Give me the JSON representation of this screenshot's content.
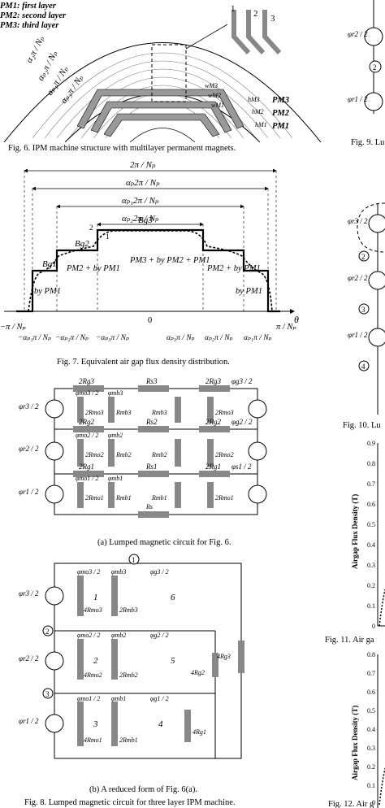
{
  "fig6": {
    "legend": [
      "PM1: first layer",
      "PM2: second layer",
      "PM3: third layer"
    ],
    "angle_labels": [
      "α₂π / Nₚ",
      "αₚ₂π / Nₚ",
      "αₚ₁π / Nₚ",
      "αₚ₃π / Nₚ"
    ],
    "layer_numbers": [
      "1",
      "2",
      "3"
    ],
    "thickness_labels": [
      "wM3",
      "wM2",
      "wM1",
      "hM3",
      "hM2",
      "hM1"
    ],
    "magnet_labels": [
      "PM3",
      "PM2",
      "PM1"
    ],
    "caption": "Fig. 6.  IPM machine structure with multilayer permanent magnets."
  },
  "fig7": {
    "top_labels": [
      "2π / Nₚ",
      "αₚ2π / Nₚ",
      "αₚ₁2π / Nₚ",
      "αₚ₂2π / Nₚ"
    ],
    "level_labels": [
      "Bg3",
      "Bg2",
      "Bg1"
    ],
    "markers": [
      "2",
      "1"
    ],
    "region_labels": [
      "PM3 + by PM2 + PM1",
      "PM2 + by PM1",
      "by PM1"
    ],
    "axis_labels": [
      "−π / Nₚ",
      "π / Nₚ",
      "θ",
      "0"
    ],
    "tick_labels": [
      "−αₚ₁π / Nₚ",
      "−αₚ₂π / Nₚ",
      "−αₚ₃π / Nₚ",
      "αₚ₃π / Nₚ",
      "αₚ₂π / Nₚ",
      "αₚ₁π / Nₚ"
    ],
    "caption": "Fig. 7.  Equivalent air gap flux density distribution."
  },
  "fig8a": {
    "top_row": [
      "2Rg3",
      "Rs3",
      "2Rg3",
      "φg3 / 2"
    ],
    "mid_row": [
      "2Rg2",
      "Rs2",
      "2Rg2",
      "φg2 / 2"
    ],
    "low_row": [
      "2Rg1",
      "Rs1",
      "2Rg1",
      "φs1 / 2"
    ],
    "sources": [
      "φr3 / 2",
      "φr2 / 2",
      "φr1 / 2"
    ],
    "branch_labels": [
      "φmo3 / 2",
      "φmb3",
      "2Rmo3",
      "Rmb3",
      "Rmb3",
      "2Rmo3",
      "φmo2 / 2",
      "φmb2",
      "2Rmo2",
      "Rmb2",
      "Rmb2",
      "2Rmo2",
      "φmo1 / 2",
      "φmb1",
      "2Rmo1",
      "Rmb1",
      "Rmb1",
      "2Rmo1",
      "Rs"
    ],
    "caption": "(a) Lumped magnetic circuit for Fig. 6."
  },
  "fig8b": {
    "nodes": [
      "1",
      "2",
      "3"
    ],
    "loops": [
      "1",
      "6",
      "2",
      "5",
      "3",
      "4"
    ],
    "sources": [
      "φr3 / 2",
      "φr2 / 2",
      "φr1 / 2"
    ],
    "labels": [
      "φmo3 / 2",
      "φmb3",
      "φg3 / 2",
      "4Rmo3",
      "2Rmb3",
      "4Rg3",
      "φmo2 / 2",
      "φmb2",
      "φg2 / 2",
      "4Rmo2",
      "2Rmb2",
      "4Rg2",
      "φmo1 / 2",
      "φmb1",
      "φg1 / 2",
      "4Rmo1",
      "2Rmb1",
      "4Rg1"
    ],
    "caption": "(b) A reduced form of Fig. 6(a).",
    "main_caption": "Fig. 8. Lumped magnetic circuit for three layer IPM machine."
  },
  "right_column": {
    "fig9_caption": "Fig. 9. Lu",
    "fig9_labels": [
      "φr2 / 2",
      "2",
      "φr1 / 2"
    ],
    "fig10_caption": "Fig. 10. Lu",
    "fig10_labels": [
      "φr3 / 2",
      "2",
      "φr2 / 2",
      "3",
      "φr1 / 2",
      "4"
    ],
    "fig11_caption": "Fig. 11. Air ga",
    "fig12_caption": "Fig. 12. Air g",
    "ylabel": "Airgap Flux Density (T)",
    "fig11_ticks": [
      "0.9",
      "0.8",
      "0.7",
      "0.6",
      "0.5",
      "0.4",
      "0.3",
      "0.2",
      "0.1",
      "0"
    ],
    "fig12_ticks": [
      "0.8",
      "0.7",
      "0.6",
      "0.5",
      "0.4",
      "0.3",
      "0.2",
      "0.1",
      "0"
    ]
  }
}
